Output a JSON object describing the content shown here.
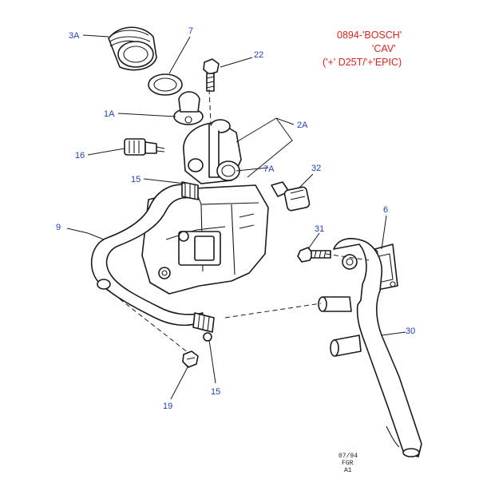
{
  "header_note": {
    "line1": "0894-'BOSCH'",
    "line2": "'CAV'",
    "line3": "('+' D25T/'+'EPIC)"
  },
  "callouts": {
    "c_3a": "3A",
    "c_7": "7",
    "c_22": "22",
    "c_1a": "1A",
    "c_2a": "2A",
    "c_16": "16",
    "c_15_top": "15",
    "c_7a": "7A",
    "c_32": "32",
    "c_9": "9",
    "c_6": "6",
    "c_31": "31",
    "c_30": "30",
    "c_19": "19",
    "c_15_bottom": "15"
  },
  "stamp": {
    "date": "07/94",
    "org": "FGR",
    "sheet": "A1"
  },
  "colors": {
    "callout": "#1f3fbf",
    "note": "#e0251b",
    "ink": "#1a1a1a"
  }
}
